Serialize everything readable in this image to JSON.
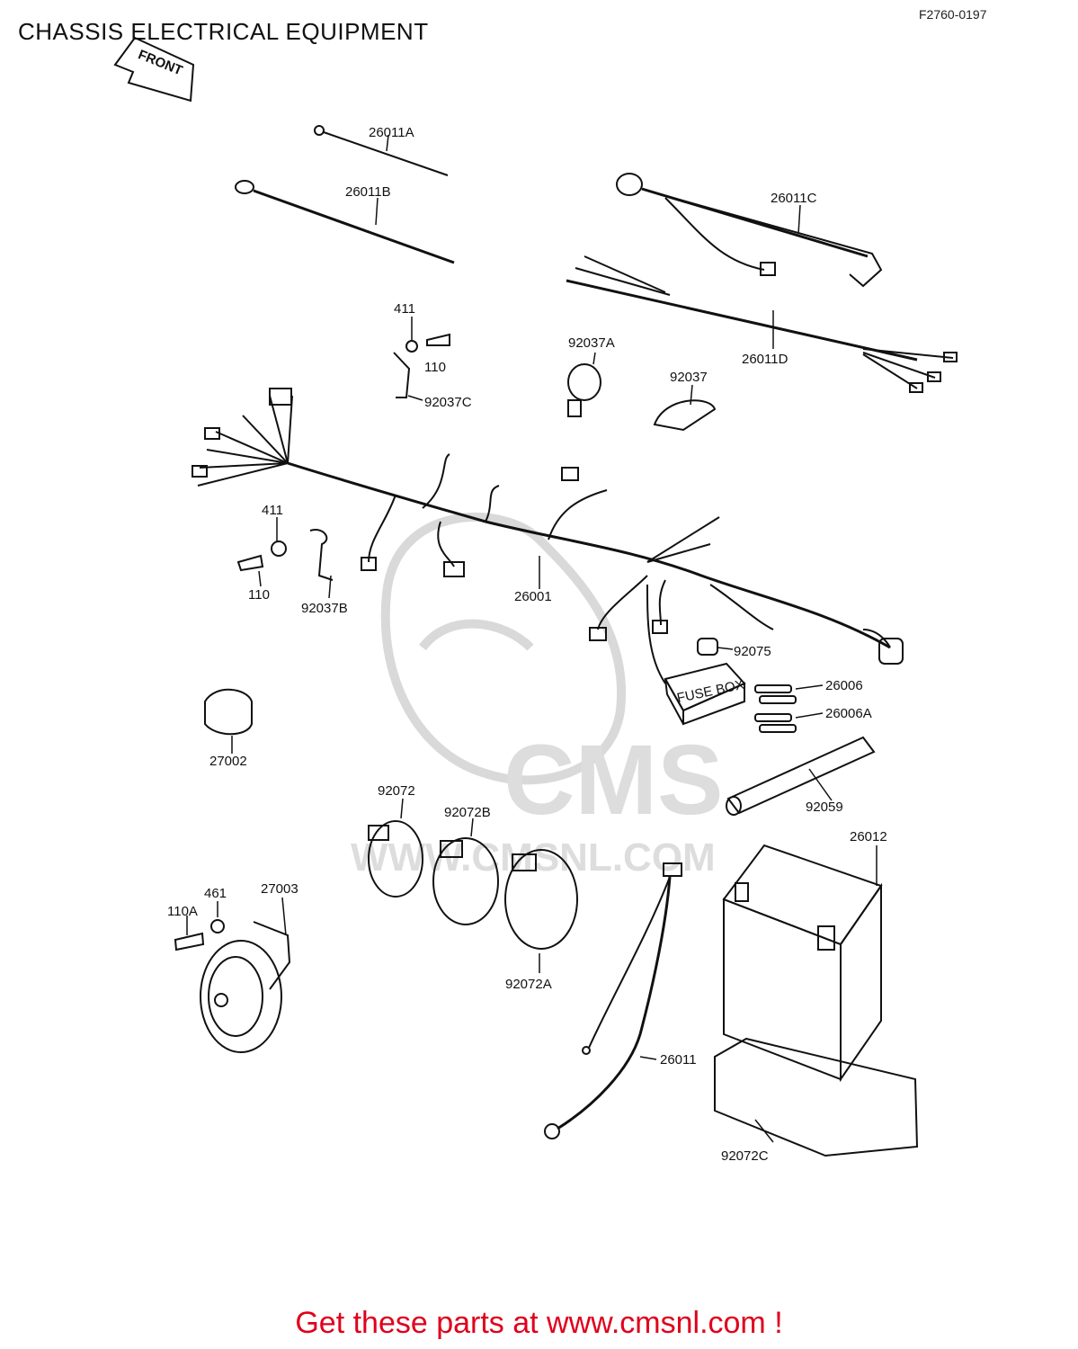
{
  "header": {
    "title": "CHASSIS ELECTRICAL EQUIPMENT",
    "drawing_code": "F2760-0197"
  },
  "front_arrow": {
    "label": "FRONT"
  },
  "fuse_box": {
    "label": "FUSE BOX"
  },
  "watermark": {
    "logo": "CMS",
    "url": "WWW.CMSNL.COM"
  },
  "parts": [
    {
      "key": "p26011A",
      "label": "26011A"
    },
    {
      "key": "p26011B",
      "label": "26011B"
    },
    {
      "key": "p26011C",
      "label": "26011C"
    },
    {
      "key": "p26011D",
      "label": "26011D"
    },
    {
      "key": "p411a",
      "label": "411"
    },
    {
      "key": "p110a",
      "label": "110"
    },
    {
      "key": "p92037C",
      "label": "92037C"
    },
    {
      "key": "p92037A",
      "label": "92037A"
    },
    {
      "key": "p92037",
      "label": "92037"
    },
    {
      "key": "p411b",
      "label": "411"
    },
    {
      "key": "p110b",
      "label": "110"
    },
    {
      "key": "p92037B",
      "label": "92037B"
    },
    {
      "key": "p26001",
      "label": "26001"
    },
    {
      "key": "p92075",
      "label": "92075"
    },
    {
      "key": "p26006",
      "label": "26006"
    },
    {
      "key": "p26006A",
      "label": "26006A"
    },
    {
      "key": "p27002",
      "label": "27002"
    },
    {
      "key": "p92059",
      "label": "92059"
    },
    {
      "key": "p92072",
      "label": "92072"
    },
    {
      "key": "p92072B",
      "label": "92072B"
    },
    {
      "key": "p26012",
      "label": "26012"
    },
    {
      "key": "p461",
      "label": "461"
    },
    {
      "key": "p27003",
      "label": "27003"
    },
    {
      "key": "p110A",
      "label": "110A"
    },
    {
      "key": "p92072A",
      "label": "92072A"
    },
    {
      "key": "p26011",
      "label": "26011"
    },
    {
      "key": "p92072C",
      "label": "92072C"
    }
  ],
  "footer": {
    "cta": "Get these parts at www.cmsnl.com !"
  },
  "colors": {
    "cta": "#e0001b",
    "line": "#111111",
    "watermark": "#d9d9d9"
  }
}
